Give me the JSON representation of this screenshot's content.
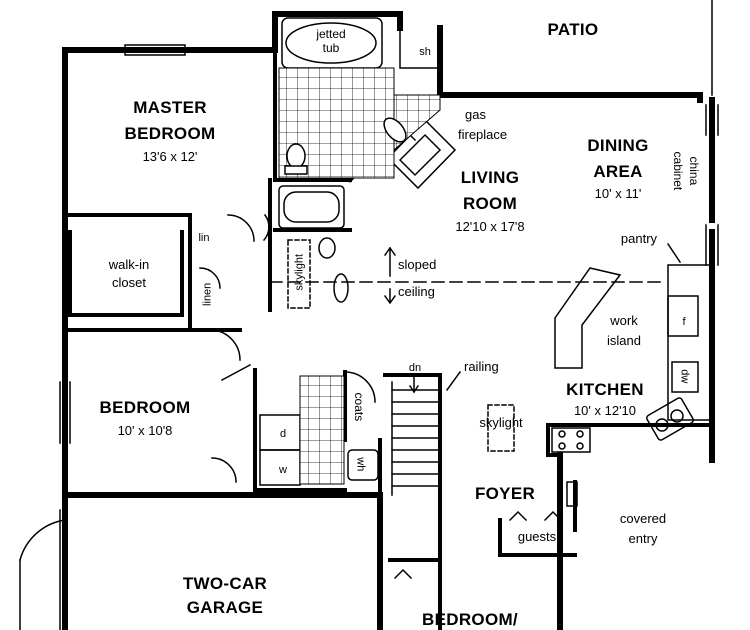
{
  "rooms": {
    "patio": "PATIO",
    "master": "MASTER",
    "bedroom_word": "BEDROOM",
    "master_dim": "13'6  x  12'",
    "living1": "LIVING",
    "living2": "ROOM",
    "living_dim": "12'10  x  17'8",
    "dining1": "DINING",
    "dining2": "AREA",
    "dining_dim": "10'  x  11'",
    "bedroom": "BEDROOM",
    "bedroom_dim": "10'  x  10'8",
    "kitchen": "KITCHEN",
    "kitchen_dim": "10'  x  12'10",
    "foyer": "FOYER",
    "garage1": "TWO-CAR",
    "garage2": "GARAGE",
    "bedroom2": "BEDROOM/"
  },
  "labels": {
    "jetted1": "jetted",
    "jetted2": "tub",
    "sh": "sh",
    "gas1": "gas",
    "gas2": "fireplace",
    "china1": "china",
    "china2": "cabinet",
    "pantry": "pantry",
    "sloped": "sloped",
    "ceiling": "ceiling",
    "walkin1": "walk-in",
    "walkin2": "closet",
    "lin": "lin",
    "linen": "linen",
    "skylight_bath": "skylight",
    "work1": "work",
    "work2": "island",
    "dn": "dn",
    "railing": "railing",
    "coats": "coats",
    "d": "d",
    "w": "w",
    "dw": "dw",
    "f": "f",
    "wh": "wh",
    "skylight": "skylight",
    "covered1": "covered",
    "covered2": "entry",
    "guests": "guests"
  }
}
